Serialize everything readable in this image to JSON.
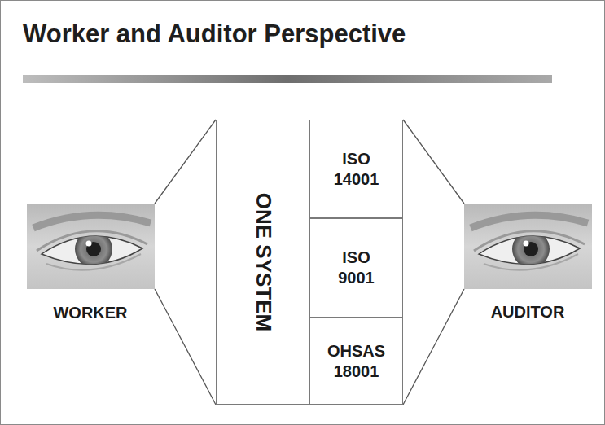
{
  "diagram": {
    "title": "Worker and Auditor Perspective",
    "nodes": [
      {
        "text": [
          "ONE SYSTEM"
        ]
      },
      {
        "text": [
          "ISO 14001"
        ]
      },
      {
        "text": [
          "ISO 9001"
        ]
      },
      {
        "text": [
          "OHSAS 18001"
        ]
      }
    ],
    "labels": [
      "WORKER",
      "AUDITOR"
    ]
  }
}
